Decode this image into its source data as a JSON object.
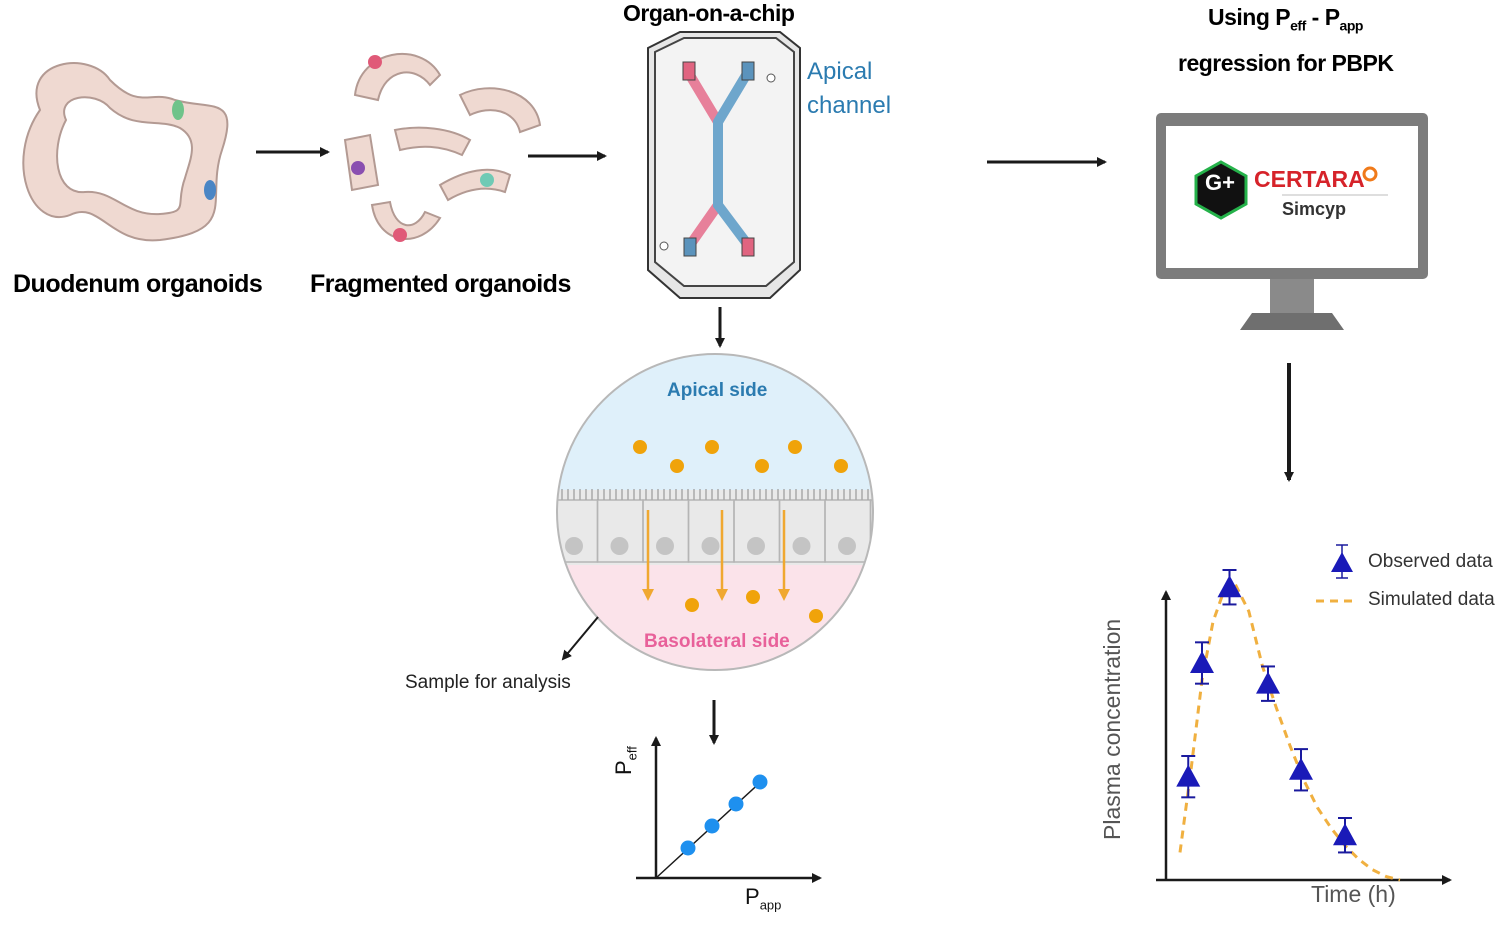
{
  "labels": {
    "duodenum": "Duodenum organoids",
    "fragmented": "Fragmented organoids",
    "organ_chip": "Organ-on-a-chip",
    "apical_channel_1": "Apical",
    "apical_channel_2": "channel",
    "using_prefix": "Using P",
    "eff": "eff",
    "dash": " - P",
    "app": "app",
    "regression": "regression for PBPK",
    "apical_side": "Apical side",
    "basolateral_side": "Basolateral side",
    "sample": "Sample for analysis",
    "certara": "CERTARA",
    "simcyp": "Simcyp",
    "gplus": "G+",
    "p_letter": "P"
  },
  "colors": {
    "apical_blue": "#2b7bb0",
    "basolateral_pink": "#e8619a",
    "drug_orange": "#f0a30a",
    "organoid_fill": "#ecd5cd",
    "observed_blue": "#1a1ab8",
    "simulated_orange": "#f0b040",
    "certara_red": "#d6232a",
    "gplus_green": "#25b24a"
  },
  "chart_data": [
    {
      "type": "scatter",
      "xlabel": "P app",
      "ylabel": "P eff",
      "points": [
        [
          1,
          1
        ],
        [
          2,
          2
        ],
        [
          3,
          3
        ],
        [
          4,
          4
        ]
      ],
      "fit_line": true
    },
    {
      "type": "line",
      "xlabel": "Time (h)",
      "ylabel": "Plasma concentration",
      "legend": {
        "placement": "top-right"
      },
      "series": [
        {
          "name": "Observed data",
          "marker": "triangle",
          "points": [
            {
              "t": 0.3,
              "c": 3.0,
              "err": 0.6
            },
            {
              "t": 0.8,
              "c": 6.3,
              "err": 0.6
            },
            {
              "t": 1.8,
              "c": 8.5,
              "err": 0.5
            },
            {
              "t": 3.2,
              "c": 5.7,
              "err": 0.5
            },
            {
              "t": 4.4,
              "c": 3.2,
              "err": 0.6
            },
            {
              "t": 6.0,
              "c": 1.3,
              "err": 0.5
            }
          ]
        },
        {
          "name": "Simulated data",
          "style": "dashed",
          "points": [
            [
              0.0,
              0.8
            ],
            [
              0.4,
              3.2
            ],
            [
              0.8,
              5.8
            ],
            [
              1.2,
              7.5
            ],
            [
              1.6,
              8.4
            ],
            [
              2.0,
              8.6
            ],
            [
              2.5,
              7.8
            ],
            [
              3.0,
              6.2
            ],
            [
              3.5,
              5.0
            ],
            [
              4.0,
              3.9
            ],
            [
              4.5,
              2.9
            ],
            [
              5.0,
              2.1
            ],
            [
              5.5,
              1.5
            ],
            [
              6.0,
              1.0
            ],
            [
              6.5,
              0.6
            ],
            [
              7.0,
              0.3
            ],
            [
              7.5,
              0.1
            ],
            [
              8.0,
              0.0
            ]
          ]
        }
      ],
      "xlim": [
        0,
        8
      ],
      "ylim": [
        0,
        9
      ]
    }
  ]
}
